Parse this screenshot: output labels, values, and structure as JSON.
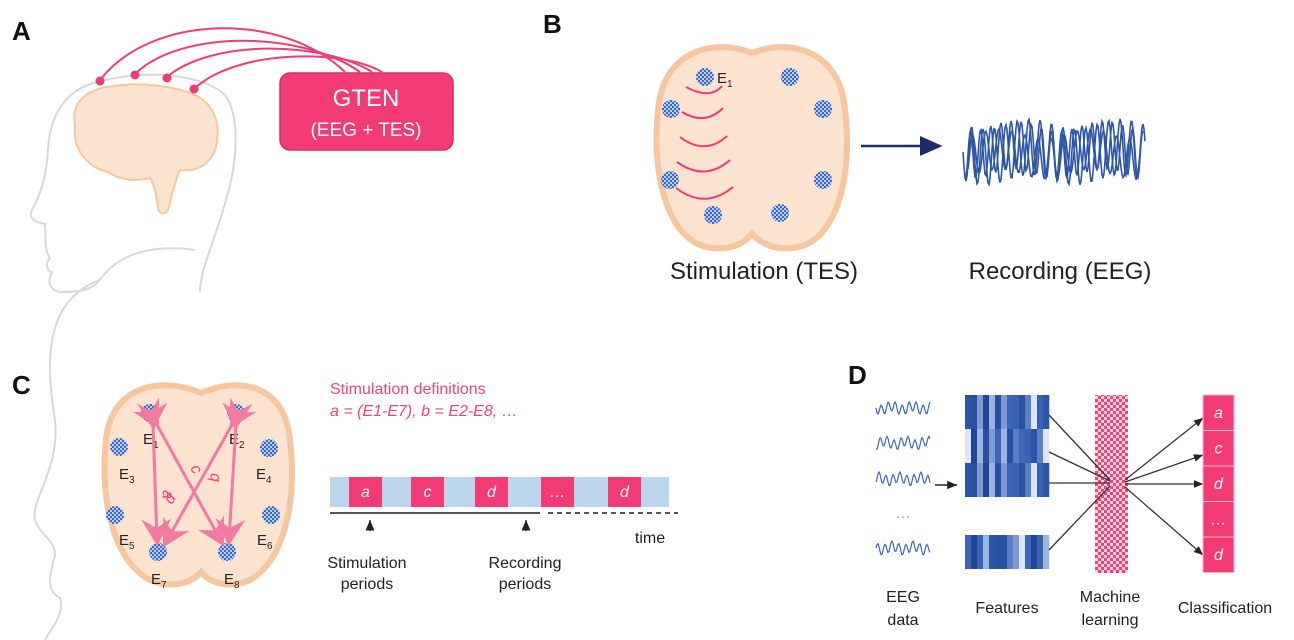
{
  "colors": {
    "pink": "#f23a74",
    "pink_light": "#f07aa0",
    "brain_fill": "#fbe3cf",
    "brain_stroke": "#f6c6a0",
    "electrode_blue": "#3a68c2",
    "eeg_blue": "#2f55a8",
    "timeline_blue": "#bcd6ec",
    "navy": "#1d2a6e",
    "head_outline": "#d8d8d8"
  },
  "panel_a": {
    "label": "A",
    "device_title": "GTEN",
    "device_subtitle": "(EEG + TES)",
    "electrode_count": 4
  },
  "panel_b": {
    "label": "B",
    "electrode_label": "E",
    "electrode_label_sub": "1",
    "stim_caption": "Stimulation (TES)",
    "rec_caption": "Recording (EEG)",
    "wave_arc_count": 5
  },
  "panel_c": {
    "label": "C",
    "electrodes": [
      {
        "id": "E",
        "sub": "1"
      },
      {
        "id": "E",
        "sub": "2"
      },
      {
        "id": "E",
        "sub": "3"
      },
      {
        "id": "E",
        "sub": "4"
      },
      {
        "id": "E",
        "sub": "5"
      },
      {
        "id": "E",
        "sub": "6"
      },
      {
        "id": "E",
        "sub": "7"
      },
      {
        "id": "E",
        "sub": "8"
      }
    ],
    "arrows": [
      {
        "label": "a",
        "from": "E1",
        "to": "E7"
      },
      {
        "label": "c",
        "from": "E1",
        "to": "E8"
      },
      {
        "label": "d",
        "from": "E2",
        "to": "E7"
      },
      {
        "label": "b",
        "from": "E2",
        "to": "E8"
      }
    ],
    "definitions_title": "Stimulation definitions",
    "definitions_text": "a = (E1-E7), b = E2-E8, …",
    "timeline_cells": [
      "a",
      "c",
      "d",
      "…",
      "d"
    ],
    "time_label": "time",
    "stim_periods_line1": "Stimulation",
    "stim_periods_line2": "periods",
    "rec_periods_line1": "Recording",
    "rec_periods_line2": "periods"
  },
  "panel_d": {
    "label": "D",
    "ellipsis": "…",
    "classes": [
      "a",
      "c",
      "d",
      "…",
      "d"
    ],
    "captions": {
      "eeg_line1": "EEG",
      "eeg_line2": "data",
      "features": "Features",
      "ml_line1": "Machine",
      "ml_line2": "learning",
      "classification": "Classification"
    }
  }
}
